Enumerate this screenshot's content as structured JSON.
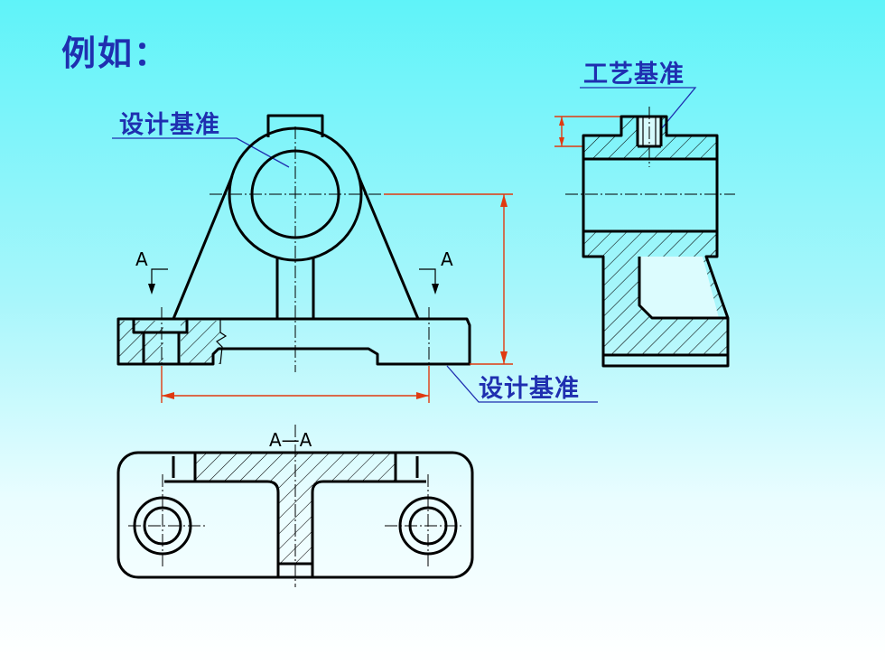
{
  "title": "例如：",
  "labels": {
    "design_datum_top": "设计基准",
    "process_datum": "工艺基准",
    "design_datum_bottom": "设计基准"
  },
  "section": {
    "marker_left": "A",
    "marker_right": "A",
    "view_title": "A—A"
  },
  "colors": {
    "text": "#1f2fb0",
    "dimension": "#e03a10",
    "outline": "#000000"
  }
}
